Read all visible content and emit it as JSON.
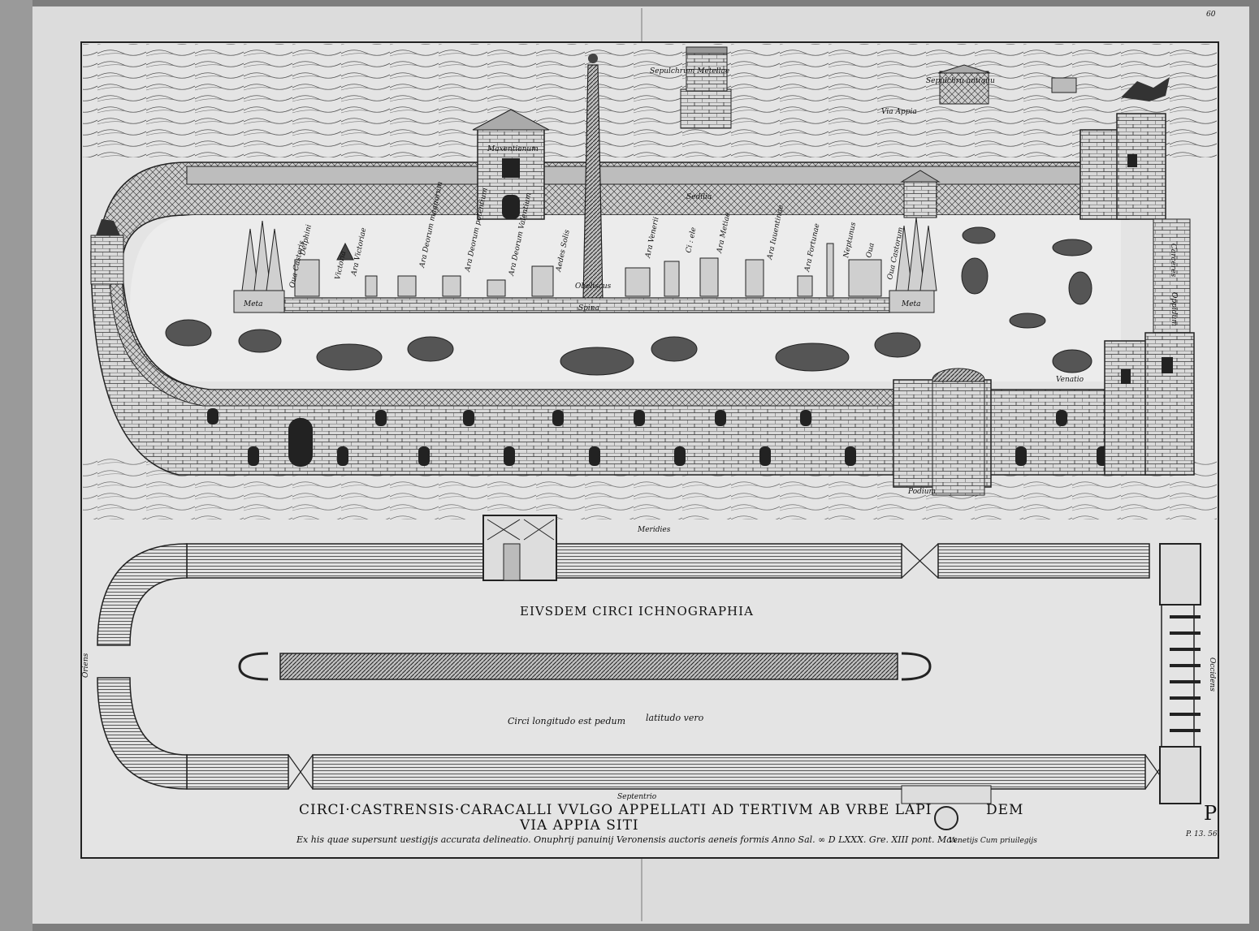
{
  "labels": {
    "sepulchrum_metellae": "Sepulchrum   Metellae",
    "sepulchrum_antiquum": "Sepulchru   antiquu",
    "via_appia": "Via Appia",
    "maxentianum": "Maxentianum",
    "sedilia": "Sedilia",
    "carceres": "Carceres",
    "meta_left": "Meta",
    "meta_right": "Meta",
    "ova_castoris_left": "Oua Castoris",
    "delphini": "Delphini",
    "victoria": "Victoria",
    "ara_victoriae": "Ara Victoriae",
    "ara_deorum_magnorum": "Ara Deorum magnorum",
    "ara_deorum_potentium": "Ara Deorum potentium",
    "ara_deorum_valentium": "Ara Deorum Valentium",
    "aedes_solis": "Aedes Solis",
    "obeliscus": "Obeliscus",
    "spina": "Spina",
    "ara_venerii": "Ara Venerii",
    "cibele": "Ci  :  ele",
    "ara_metiae": "Ara Metiae",
    "ara_iuuentinae": "Ara Iuuentinae",
    "ara_fortunae": "Ara Fortunae",
    "ara_neptuni": "Neptunus",
    "ova": "Oua",
    "ova_castorum": "Oua Castorum",
    "venatio": "Venatio",
    "podium": "Podium",
    "oppidum": "Oppidum",
    "meridies": "Meridies",
    "oriens": "Oriens",
    "occidens": "Occidens",
    "septentrio": "Septentrio",
    "page_mark": "60"
  },
  "plan": {
    "title": "EIVSDEM CIRCI ICHNOGRAPHIA",
    "dimension_note_left": "Circi longitudo est pedum",
    "dimension_note_right": "latitudo vero"
  },
  "caption": {
    "line1_left": "CIRCI·CASTRENSIS·CARACALLI VVLGO APPELLATI AD TERTIVM AB VRBE LAPI",
    "line1_right": "DEM",
    "line2": "VIA APPIA SITI",
    "line3": "Ex his quae supersunt uestigijs accurata delineatio. Onuphrij panuinij Veronensis auctoris aeneis formis Anno Sal. ∞ D LXXX. Gre. XIII pont. Max.",
    "line3_right": "Venetijs Cum priuilegijs",
    "page_ref_mark": "P",
    "page_ref": "P. 13. 56."
  }
}
